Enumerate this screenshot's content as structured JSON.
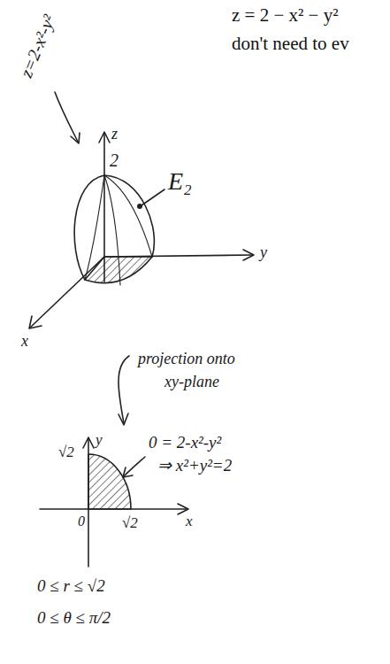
{
  "diagram": {
    "labels": [
      "z = 2 − x² − y²",
      "don't need to ev",
      "z=2-x²-y²",
      "z",
      "2",
      "E₂",
      "y",
      "x",
      "projection onto",
      "xy-plane",
      "√2",
      "y",
      "0 = 2-x²-y²",
      "⇒ x²+y²=2",
      "x",
      "0",
      "√2",
      "0 ≤ r ≤ √2",
      "0 ≤ θ ≤ π/2"
    ]
  }
}
